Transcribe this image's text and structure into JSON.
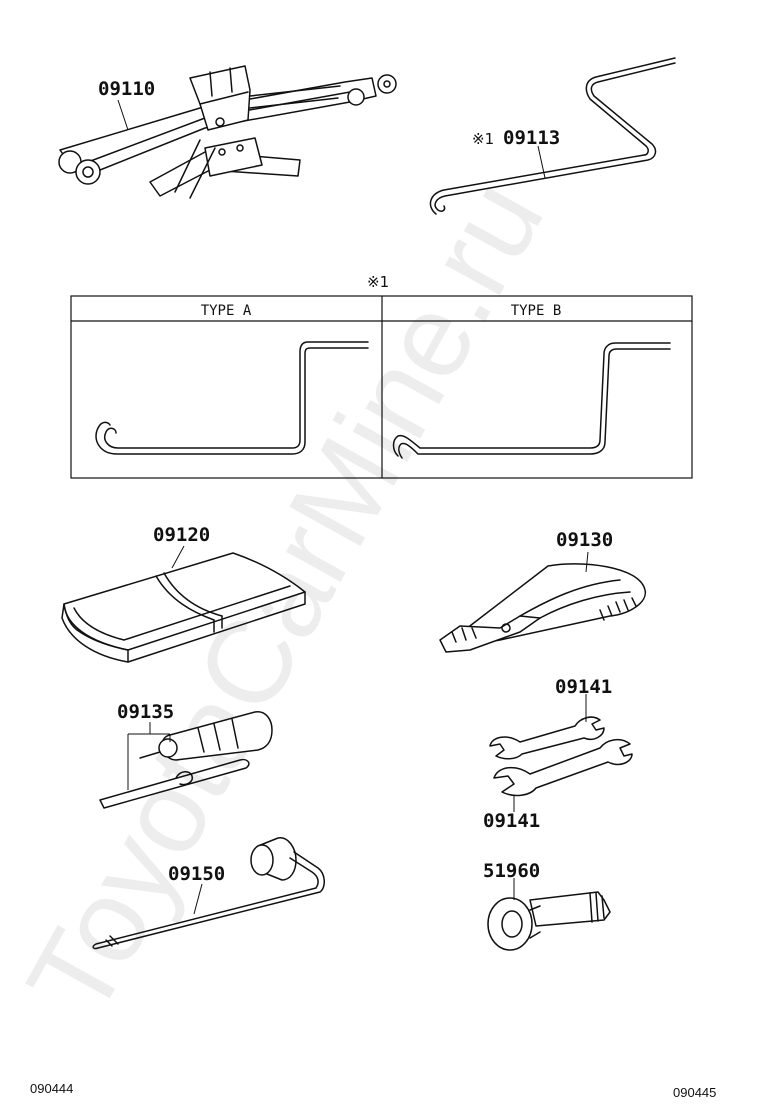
{
  "parts": {
    "jack": "09110",
    "handle": "09113",
    "handle_note": "※1",
    "bag": "09120",
    "pliers": "09130",
    "screwdriver": "09135",
    "wrench_upper": "09141",
    "wrench_lower": "09141",
    "lug_wrench": "09150",
    "hook": "51960"
  },
  "type_table": {
    "note": "※1",
    "type_a": "TYPE A",
    "type_b": "TYPE B"
  },
  "footer": {
    "left_code": "090444",
    "right_code": "090445"
  },
  "watermark": "ToyotaCarMine.ru"
}
